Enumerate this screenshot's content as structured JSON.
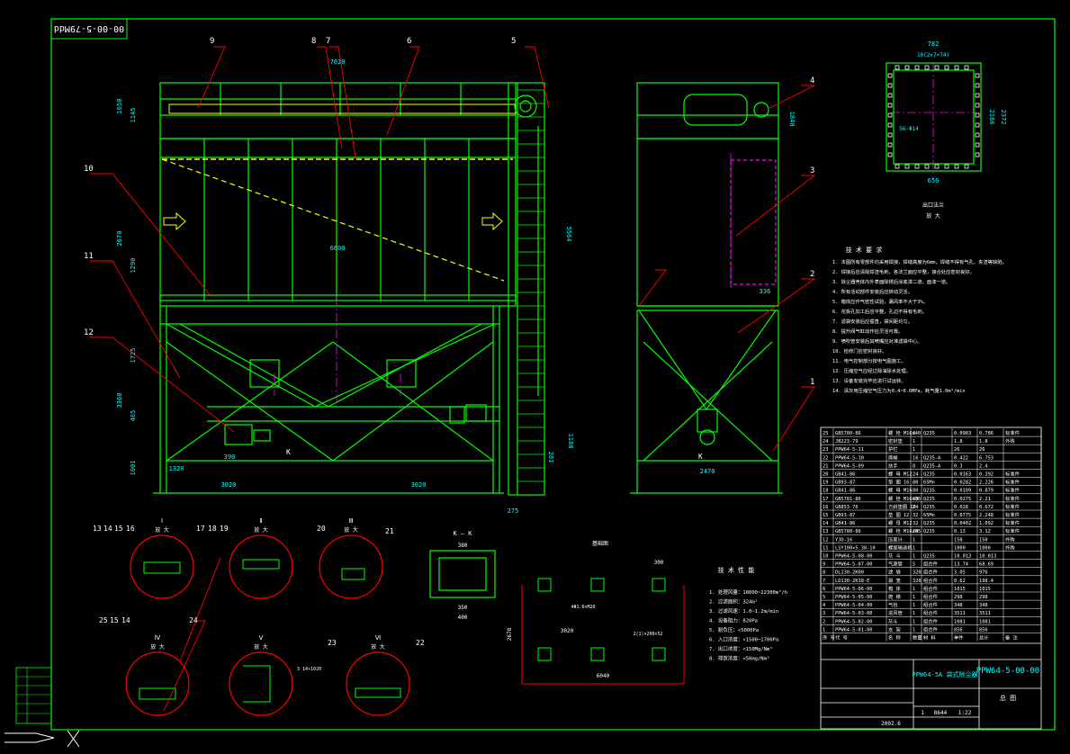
{
  "drawing": {
    "code_box": "00-00-5-79Mdd",
    "title_block_code": "PPW64-5-00-00",
    "title_block_name": "PPW64-5A 袋式除尘器",
    "title_block_weight": "8644",
    "title_block_scale": "1:22",
    "title_block_sheet": "1",
    "title_block_date": "2002.6",
    "title_block_assembly": "总 图"
  },
  "dimensions": {
    "front_width": "7020",
    "total_height": "5564",
    "inner_width": "6600",
    "left_base": "3020",
    "right_base": "3020",
    "small_left": "1320",
    "small_390": "390",
    "ladder_gap": "275",
    "side_height": "1840",
    "side_base": "2470",
    "side_336": "336",
    "top_782": "782",
    "top_inner": "10(2×7=74)",
    "top_2372": "2372",
    "top_2186": "2186",
    "top_656": "656",
    "top_holes": "56-Φ14",
    "h_2670": "2670",
    "h_1290": "1290",
    "h_3360": "3360",
    "h_1725": "1725",
    "h_465": "465",
    "h_1180": "1180",
    "h_281": "281",
    "h_1001": "1001",
    "h_1145": "1145",
    "h_1650": "1650",
    "k_width": "380",
    "k_350": "350",
    "k_400": "400",
    "f_3020": "3020",
    "f_2678": "2678",
    "f_6040": "6040",
    "f_300": "300",
    "f_hole1": "4Φ1.6×M20",
    "f_hole2": "2(1)×200×52"
  },
  "callouts": [
    "1",
    "2",
    "3",
    "4",
    "5",
    "6",
    "7",
    "8",
    "9",
    "10",
    "11",
    "12",
    "13",
    "14",
    "15",
    "16",
    "17",
    "18",
    "19",
    "20",
    "21",
    "22",
    "23",
    "24",
    "25"
  ],
  "view_labels": {
    "top_view_title": "出口法兰",
    "top_view_scale": "放 大",
    "k_view": "K — K",
    "foundation": "基础图",
    "detail_I": "Ⅰ",
    "detail_II": "Ⅱ",
    "detail_III": "Ⅲ",
    "detail_IV": "Ⅳ",
    "detail_V": "Ⅴ",
    "detail_VI": "Ⅵ",
    "detail_scale": "放 大",
    "K_marker": "K",
    "note_weld": "3 14×1020"
  },
  "tech_notes": {
    "title": "技 术 要 求",
    "items": [
      "1. 本图所有零部件均采用焊接，焊缝高度为6mm，焊缝不得有气孔、夹渣等缺陷。",
      "2. 焊接后应清除焊渣毛刺，各法兰面应平整，接合处应密封良好。",
      "3. 除尘器壳体内外表面除锈后涂底漆二道，面漆一道。",
      "4. 所有活动部件安装后应转动灵活。",
      "5. 箱体应作气密性试验，漏风率不大于3%。",
      "6. 花板孔加工后应平整，孔边不得有毛刺。",
      "7. 滤袋安装后应垂直，袋间距均匀。",
      "8. 提升阀气缸动作应灵活可靠。",
      "9. 喷吹管安装后其喷嘴应对准滤袋中心。",
      "10. 检修门应密封良好。",
      "11. 电气控制部分按电气图施工。",
      "12. 压缩空气应经过除油除水处理。",
      "13. 设备安装完毕应进行试运转。",
      "14. 清灰用压缩空气压力为0.4~0.6MPa，耗气量1.0m³/min"
    ]
  },
  "specs": {
    "title": "技 术 性 能",
    "items": [
      "1. 处理风量：18000~22300m³/h",
      "2. 过滤面积：324m²",
      "3. 过滤风速：1.0~1.2m/min",
      "4. 设备阻力：820Pa",
      "5. 耐负压：<5000Pa",
      "6. 入口浓度：<1500~1700Pa",
      "7. 出口浓度：<150Mg/Nm³",
      "8. 排放浓度：<50mg/Nm³"
    ]
  },
  "bom_header": [
    "序 号",
    "代 号",
    "名 称",
    "数量",
    "材 料",
    "单件",
    "总计",
    "备 注"
  ],
  "bom": [
    [
      "25",
      "GB5780-86",
      "螺 栓 M16×40",
      "8",
      "Q235",
      "0.0983",
      "0.786",
      "标准件"
    ],
    [
      "24",
      "JB223-79",
      "密封垫",
      "1",
      "",
      "1.8",
      "1.8",
      "外购"
    ],
    [
      "23",
      "PPW64-5-11",
      "护栏",
      "1",
      "",
      "26",
      "26",
      ""
    ],
    [
      "22",
      "PPW64-5-10",
      "爬梯",
      "16",
      "Q235-A",
      "0.422",
      "6.753",
      ""
    ],
    [
      "21",
      "PPW64-5-09",
      "扶手",
      "8",
      "Q235-A",
      "0.3",
      "2.4",
      ""
    ],
    [
      "20",
      "GB41-86",
      "螺 母 M12",
      "24",
      "Q235",
      "0.0163",
      "0.392",
      "标准件"
    ],
    [
      "19",
      "GB93-87",
      "垫 圈 16",
      "80",
      "65Mn",
      "0.0282",
      "2.226",
      "标准件"
    ],
    [
      "18",
      "GB41-86",
      "螺 母 M16",
      "80",
      "Q235",
      "0.0109",
      "0.879",
      "标准件"
    ],
    [
      "17",
      "GB5781-86",
      "螺 栓 M16×30",
      "80",
      "Q235",
      "0.0275",
      "2.21",
      "标准件"
    ],
    [
      "16",
      "GB853-76",
      "方斜垫圈 16",
      "24",
      "Q235",
      "0.028",
      "0.672",
      "标准件"
    ],
    [
      "15",
      "GB93-87",
      "垫 圈 12",
      "32",
      "65Mn",
      "0.0775",
      "2.248",
      "标准件"
    ],
    [
      "14",
      "GB41-86",
      "螺 母 M12",
      "32",
      "Q235",
      "0.0402",
      "1.092",
      "标准件"
    ],
    [
      "13",
      "GB5780-86",
      "螺 栓 M16×65",
      "24",
      "Q235",
      "0.13",
      "3.12",
      "标准件"
    ],
    [
      "12",
      "YJD-16",
      "压差计",
      "1",
      "",
      "150",
      "150",
      "外购"
    ],
    [
      "11",
      "LSY100×5.38-10",
      "螺旋输送机",
      "1",
      "",
      "1000",
      "1000",
      "外购"
    ],
    [
      "10",
      "PPW64-5-08-00",
      "灰 斗",
      "1",
      "Q235",
      "10.013",
      "10.013",
      ""
    ],
    [
      "9",
      "PPW64-5-07-00",
      "气源管",
      "5",
      "组合件",
      "13.74",
      "68.69",
      ""
    ],
    [
      "8",
      "DL130-2K00",
      "滤 袋",
      "320",
      "组合件",
      "3.05",
      "976",
      ""
    ],
    [
      "7",
      "LD130-2K38-E",
      "袋 笼",
      "320",
      "组合件",
      "0.62",
      "198.4",
      ""
    ],
    [
      "6",
      "PPW64-5-06-00",
      "箱 体",
      "1",
      "组合件",
      "1015",
      "1015",
      ""
    ],
    [
      "5",
      "PPW64-5-05-00",
      "爬 梯",
      "1",
      "组合件",
      "298",
      "298",
      ""
    ],
    [
      "4",
      "PPW64-5-04-00",
      "气包",
      "1",
      "组合件",
      "348",
      "348",
      ""
    ],
    [
      "3",
      "PPW64-5-03-00",
      "进风管",
      "1",
      "组合件",
      "3511",
      "3511",
      ""
    ],
    [
      "2",
      "PPW64-5-02-00",
      "灰斗",
      "1",
      "组合件",
      "1081",
      "1081",
      ""
    ],
    [
      "1",
      "PPW64-5-01-00",
      "支 架",
      "1",
      "组合件",
      "856",
      "856",
      ""
    ]
  ],
  "colors": {
    "background": "#000000",
    "frame": "#00ff00",
    "structure": "#00ff00",
    "leaders": "#ff0000",
    "text": "#ffffff",
    "dims": "#00ffff",
    "bags": "#ffff00",
    "centerline": "#ff00ff"
  }
}
